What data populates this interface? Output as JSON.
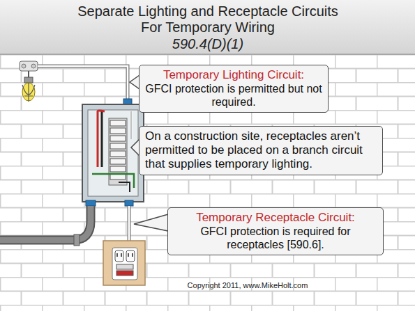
{
  "diagram": {
    "title": "Separate Lighting and Receptacle Circuits For Temporary Wiring",
    "caption": "Copyright 2011, www.MikeHolt.com",
    "nodes": [
      {
        "text": [
          "Temporary Lighting Circuit:",
          "GFCI protection is permitted but not required."
        ]
      },
      {
        "text": [
          "On a construction site, receptacles aren’t permitted to be placed on a branch circuit that supplies temporary lighting."
        ]
      },
      {
        "text": [
          "Temporary Receptacle Circuit:",
          "GFCI protection is required for receptacles [590.6]."
        ]
      }
    ],
    "edges": [],
    "labels": [
      "590.4(D)(1)"
    ]
  }
}
